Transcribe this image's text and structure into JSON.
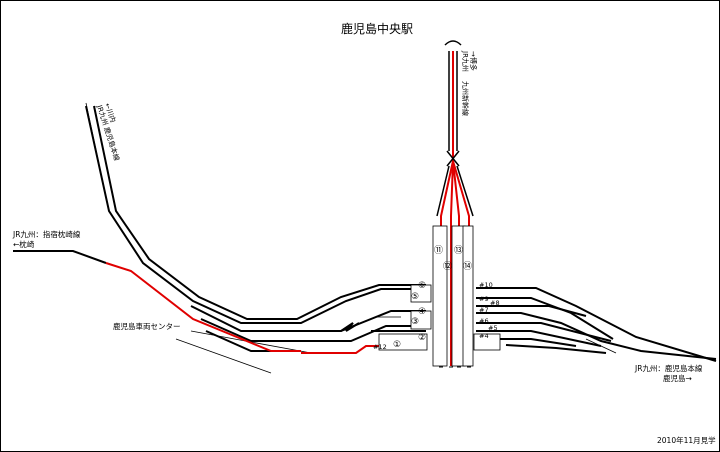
{
  "title": "鹿児島中央駅",
  "labels": {
    "jr_north_top": "JR九州",
    "jr_north_line": "九州新幹線",
    "hakata": "→博多",
    "sendai_line": "JR九州 鹿児島本線",
    "sendai": "←川内",
    "ibusuki_line": "JR九州：指宿枕崎線",
    "makurazaki": "←枕崎",
    "depot": "鹿児島車両センター",
    "south_line": "JR九州：鹿児島本線",
    "south_dest": "鹿児島→",
    "footer": "2010年11月見学"
  },
  "platform_numbers": {
    "p1": "①",
    "p2": "②",
    "p3": "③",
    "p4": "④",
    "p5": "⑤",
    "p6": "⑥",
    "p11": "⑪",
    "p12": "⑫",
    "p13": "⑬",
    "p14": "⑭"
  },
  "siding_labels": {
    "s12": "#12",
    "s10": "#10",
    "s9": "#9",
    "s8": "#8",
    "s7": "#7",
    "s6": "#6",
    "s5": "#5",
    "s4": "#4"
  },
  "colors": {
    "track": "#000000",
    "shinkansen_route": "#e00000",
    "frame": "#000000"
  }
}
